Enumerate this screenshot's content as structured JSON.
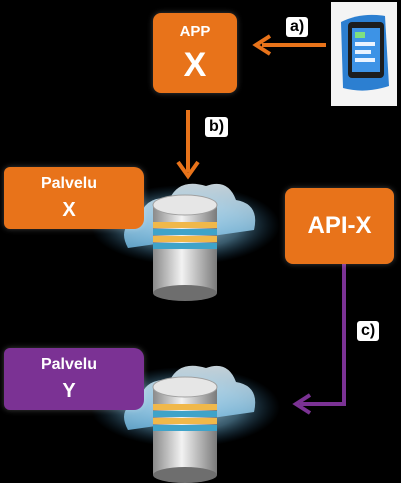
{
  "app": {
    "line1": "APP",
    "line2": "X"
  },
  "service_x": {
    "line1": "Palvelu",
    "line2": "X"
  },
  "service_y": {
    "line1": "Palvelu",
    "line2": "Y"
  },
  "api": {
    "label": "API-X"
  },
  "labels": {
    "a": "a)",
    "b": "b)",
    "c": "c)"
  },
  "colors": {
    "orange": "#e8731a",
    "purple": "#7b3294",
    "background": "#000000"
  },
  "icons": [
    "smartwatch-device",
    "cloud-database-icon"
  ]
}
